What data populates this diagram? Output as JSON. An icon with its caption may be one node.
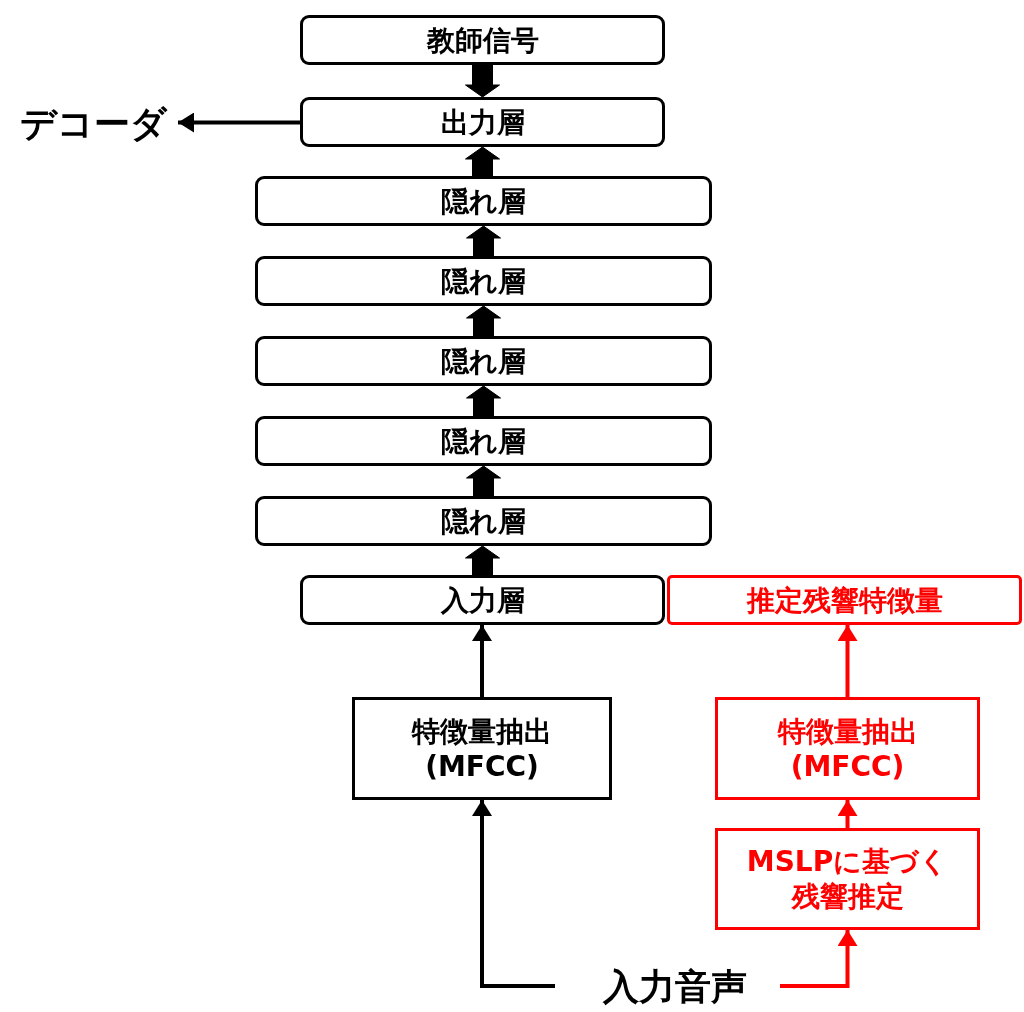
{
  "diagram": {
    "nodes": [
      {
        "text": [
          "教師信号"
        ]
      },
      {
        "text": [
          "出力層"
        ]
      },
      {
        "text": [
          "隠れ層"
        ]
      },
      {
        "text": [
          "隠れ層"
        ]
      },
      {
        "text": [
          "隠れ層"
        ]
      },
      {
        "text": [
          "隠れ層"
        ]
      },
      {
        "text": [
          "隠れ層"
        ]
      },
      {
        "text": [
          "入力層"
        ]
      },
      {
        "text": [
          "推定残響特徴量"
        ]
      },
      {
        "text": [
          "特徴量抽出",
          "(MFCC)"
        ]
      },
      {
        "text": [
          "特徴量抽出",
          "(MFCC)"
        ]
      },
      {
        "text": [
          "MSLPに基づく",
          "残響推定"
        ]
      },
      {
        "text": [
          "入力音声"
        ]
      },
      {
        "text": [
          "デコーダ"
        ]
      }
    ],
    "edges": [
      {
        "from": 0,
        "to": 1,
        "arrow": "to",
        "style": "thick"
      },
      {
        "from": 1,
        "to": 13,
        "arrow": "to"
      },
      {
        "from": 2,
        "to": 1,
        "arrow": "to",
        "style": "thick"
      },
      {
        "from": 3,
        "to": 2,
        "arrow": "to",
        "style": "thick"
      },
      {
        "from": 4,
        "to": 3,
        "arrow": "to",
        "style": "thick"
      },
      {
        "from": 5,
        "to": 4,
        "arrow": "to",
        "style": "thick"
      },
      {
        "from": 6,
        "to": 5,
        "arrow": "to",
        "style": "thick"
      },
      {
        "from": 7,
        "to": 6,
        "arrow": "to",
        "style": "thick"
      },
      {
        "from": 9,
        "to": 7,
        "arrow": "to"
      },
      {
        "from": 12,
        "to": 9,
        "arrow": "to"
      },
      {
        "from": 12,
        "to": 11,
        "arrow": "to",
        "color": "#ff0000"
      },
      {
        "from": 11,
        "to": 10,
        "arrow": "to",
        "color": "#ff0000"
      },
      {
        "from": 10,
        "to": 8,
        "arrow": "to",
        "color": "#ff0000"
      }
    ]
  }
}
